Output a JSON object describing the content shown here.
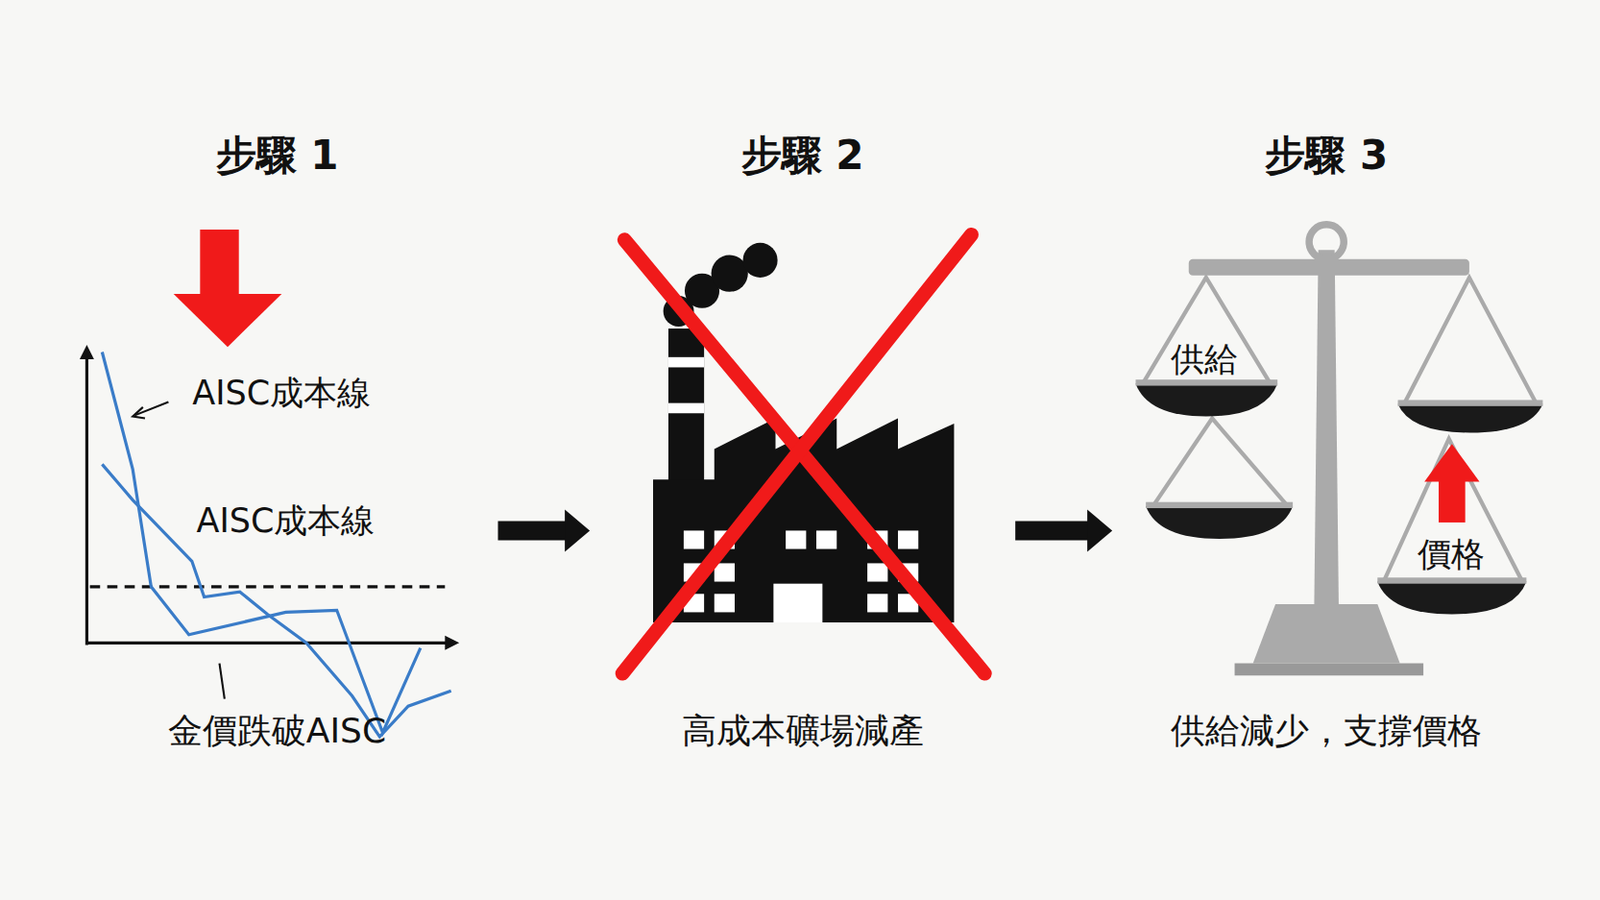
{
  "diagram": {
    "nodes": [
      {
        "text": [
          "步驟 1",
          "金價跌破AISC"
        ]
      },
      {
        "text": [
          "步驟 2",
          "高成本礦場減產"
        ]
      },
      {
        "text": [
          "步驟 3",
          "供給減少，支撐價格"
        ]
      }
    ],
    "edges": [
      {
        "from": 0,
        "to": 1,
        "arrow": "to"
      },
      {
        "from": 1,
        "to": 2,
        "arrow": "to"
      }
    ],
    "labels": [
      "AISC成本線",
      "AISC成本線",
      "供給",
      "價格"
    ]
  }
}
